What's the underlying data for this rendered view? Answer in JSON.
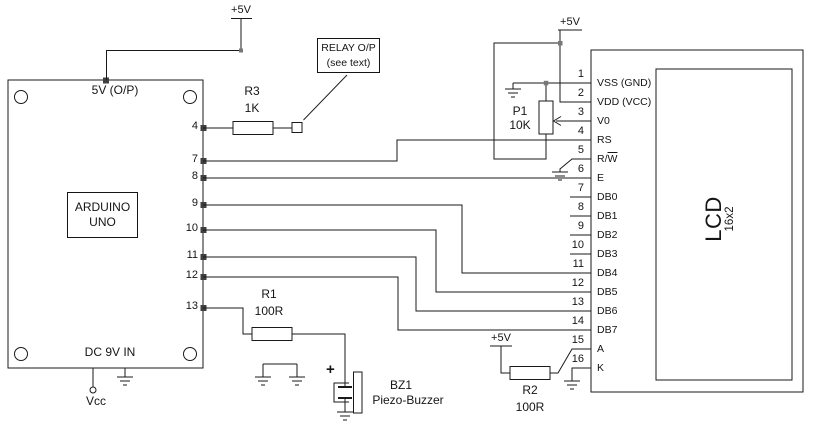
{
  "arduino": {
    "name_line1": "ARDUINO",
    "name_line2": "UNO",
    "top_label": "5V (O/P)",
    "bottom_label": "DC 9V IN",
    "vcc_label": "Vcc",
    "pins": [
      "4",
      "7",
      "8",
      "9",
      "10",
      "11",
      "12",
      "13"
    ]
  },
  "lcd": {
    "label": "LCD",
    "sublabel": "16x2",
    "pins": [
      {
        "num": "1",
        "label": "VSS (GND)"
      },
      {
        "num": "2",
        "label": "VDD (VCC)"
      },
      {
        "num": "3",
        "label": "V0"
      },
      {
        "num": "4",
        "label": "RS"
      },
      {
        "num": "5",
        "label": "R/",
        "overline": "W"
      },
      {
        "num": "6",
        "label": "E"
      },
      {
        "num": "7",
        "label": "DB0"
      },
      {
        "num": "8",
        "label": "DB1"
      },
      {
        "num": "9",
        "label": "DB2"
      },
      {
        "num": "10",
        "label": "DB3"
      },
      {
        "num": "11",
        "label": "DB4"
      },
      {
        "num": "12",
        "label": "DB5"
      },
      {
        "num": "13",
        "label": "DB6"
      },
      {
        "num": "14",
        "label": "DB7"
      },
      {
        "num": "15",
        "label": "A"
      },
      {
        "num": "16",
        "label": "K"
      }
    ]
  },
  "components": {
    "r3": {
      "ref": "R3",
      "value": "1K"
    },
    "r1": {
      "ref": "R1",
      "value": "100R"
    },
    "r2": {
      "ref": "R2",
      "value": "100R"
    },
    "p1": {
      "ref": "P1",
      "value": "10K"
    },
    "bz1": {
      "ref": "BZ1",
      "value": "Piezo-Buzzer",
      "polarity": "+"
    },
    "relay": {
      "line1": "RELAY O/P",
      "line2": "(see text)"
    }
  },
  "power": {
    "plus5v_arduino": "+5V",
    "plus5v_lcd": "+5V",
    "plus5v_r2": "+5V"
  },
  "colors": {
    "wire": "#1a1a1a",
    "background": "#ffffff",
    "junction": "#777777",
    "pin_pad": "#3f3f3f"
  }
}
